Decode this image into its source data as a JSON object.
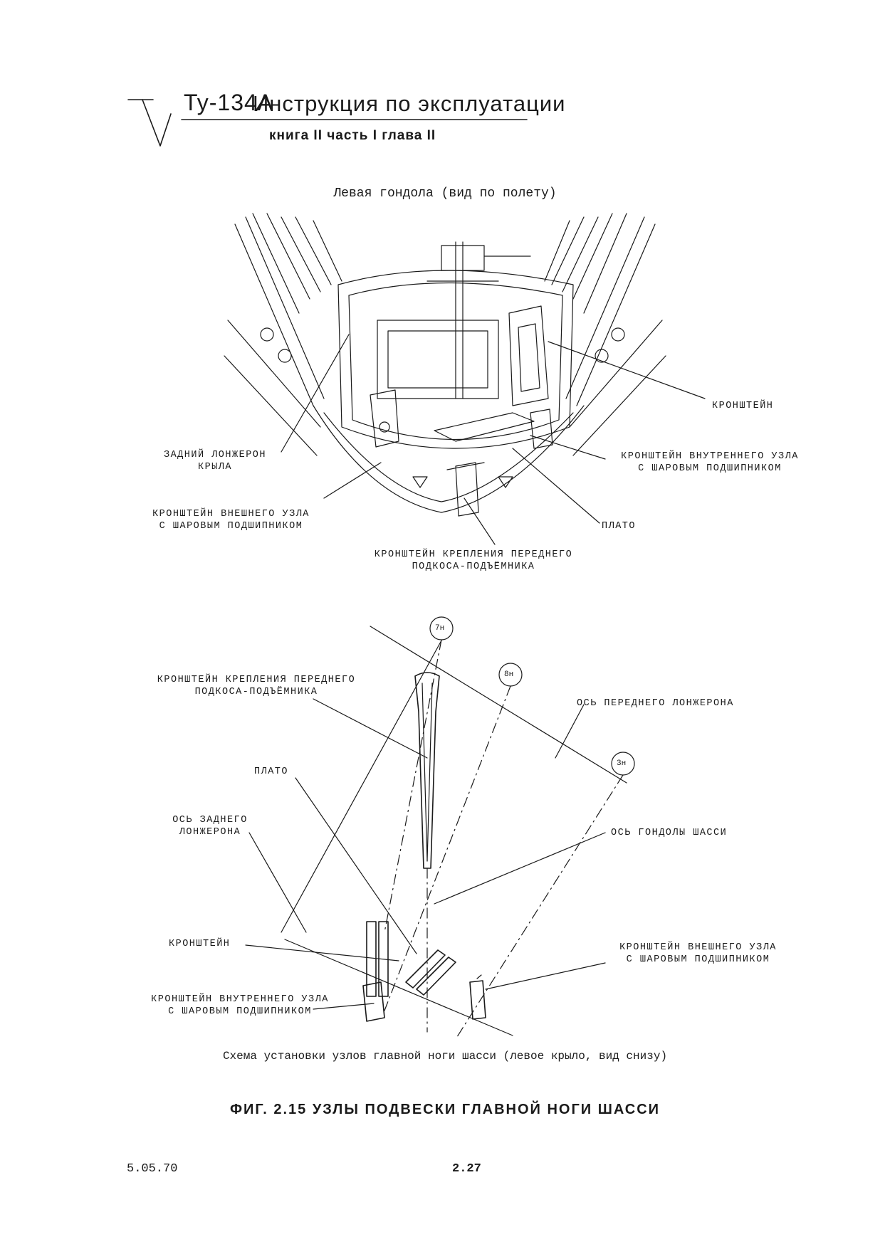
{
  "header": {
    "brand": "Ту-134А",
    "title": "Инструкция по эксплуатации",
    "subtitle": "книга II часть I глава II"
  },
  "top_figure": {
    "caption": "Левая гондола (вид по полету)",
    "labels": {
      "kronshtein": "КРОНШТЕЙН",
      "zadniy_lonzheron_1": "ЗАДНИЙ ЛОНЖЕРОН",
      "zadniy_lonzheron_2": "КРЫЛА",
      "vnutr_uzel_1": "КРОНШТЕЙН ВНУТРЕННЕГО УЗЛА",
      "vnutr_uzel_2": "С ШАРОВЫМ ПОДШИПНИКОМ",
      "vneshn_uzel_1": "КРОНШТЕЙН ВНЕШНЕГО УЗЛА",
      "vneshn_uzel_2": "С ШАРОВЫМ ПОДШИПНИКОМ",
      "plato": "ПЛАТО",
      "podkos_1": "КРОНШТЕЙН КРЕПЛЕНИЯ ПЕРЕДНЕГО",
      "podkos_2": "ПОДКОСА-ПОДЪЁМНИКА"
    }
  },
  "bottom_figure": {
    "caption": "Схема установки узлов главной ноги шасси (левое крыло, вид снизу)",
    "markers": [
      "7н",
      "8н",
      "3н"
    ],
    "labels": {
      "podkos_1": "КРОНШТЕЙН КРЕПЛЕНИЯ ПЕРЕДНЕГО",
      "podkos_2": "ПОДКОСА-ПОДЪЁМНИКА",
      "os_perednego": "ОСЬ ПЕРЕДНЕГО ЛОНЖЕРОНА",
      "plato": "ПЛАТО",
      "os_zadnego_1": "ОСЬ ЗАДНЕГО",
      "os_zadnego_2": "ЛОНЖЕРОНА",
      "os_gondoly": "ОСЬ ГОНДОЛЫ ШАССИ",
      "kronshtein": "КРОНШТЕЙН",
      "vneshn_uzel_1": "КРОНШТЕЙН ВНЕШНЕГО УЗЛА",
      "vneshn_uzel_2": "С ШАРОВЫМ ПОДШИПНИКОМ",
      "vnutr_uzel_1": "КРОНШТЕЙН ВНУТРЕННЕГО УЗЛА",
      "vnutr_uzel_2": "С ШАРОВЫМ ПОДШИПНИКОМ"
    }
  },
  "figure_title": "ФИГ. 2.15 УЗЛЫ ПОДВЕСКИ ГЛАВНОЙ НОГИ ШАССИ",
  "footer": {
    "date": "5.05.70",
    "page": "2.27"
  }
}
